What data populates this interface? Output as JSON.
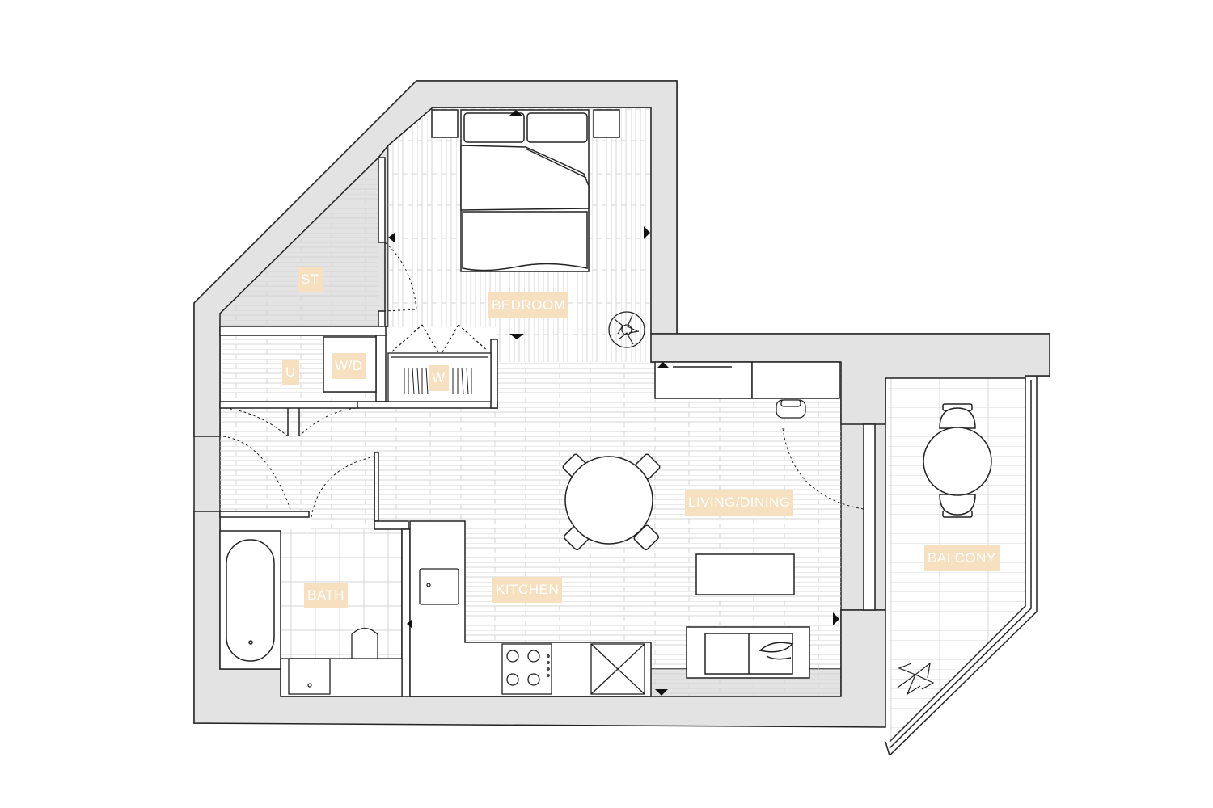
{
  "labels": {
    "st": "ST",
    "bedroom": "BEDROOM",
    "u": "U",
    "wd": "W/D",
    "w": "W",
    "living_dining": "LIVING/DINING",
    "kitchen": "KITCHEN",
    "bath": "BATH",
    "balcony": "BALCONY"
  },
  "colors": {
    "wall_fill": "#e3e3e3",
    "line": "#222222",
    "floor_line": "#cfcfcf",
    "label_bg": "#f6e0c0",
    "label_text": "#ffffff"
  },
  "icons": [
    "double-bed-icon",
    "plant-icon",
    "dining-table-icon",
    "sofa-icon",
    "hob-icon",
    "sink-icon",
    "bathtub-icon",
    "toilet-icon",
    "washer-dryer-icon",
    "wardrobe-icon",
    "desk-chair-icon",
    "door-swing-icon",
    "elevation-marker-icon"
  ]
}
